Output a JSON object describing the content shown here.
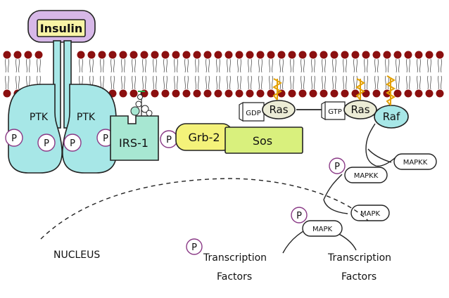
{
  "labels": {
    "insulin": "Insulin",
    "ptk_left": "PTK",
    "ptk_right": "PTK",
    "p": "P",
    "irs1": "IRS-1",
    "grb2": "Grb-2",
    "sos": "Sos",
    "gdp": "GDP",
    "ras": "Ras",
    "gtp": "GTP",
    "raf": "Raf",
    "mapkk": "MAPKK",
    "mapk": "MAPK",
    "nucleus": "NUCLEUS",
    "transcription": "Transcription",
    "factors": "Factors"
  },
  "colors": {
    "insulin_outer": "#d7b8e8",
    "insulin_inner": "#f8f4a6",
    "receptor": "#a7e7e7",
    "irs1": "#a7e7d2",
    "grb2": "#f4f27a",
    "sos": "#d9f07d",
    "ras": "#ececd6",
    "lipid_head": "#8b0f0f",
    "anchor": "#e3a000",
    "p_outline": "#8a3a86"
  },
  "icons": {
    "insulin_receptor": "receptor-shape",
    "phosphate": "phosphate-circle-icon",
    "membrane": "lipid-bilayer",
    "arrow": "arrow-icon"
  }
}
